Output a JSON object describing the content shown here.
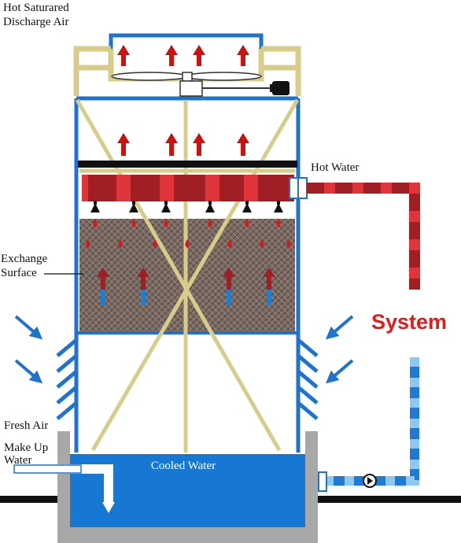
{
  "labels": {
    "hot_saturated_line1": "Hot Saturared",
    "hot_saturated_line2": "Discharge Air",
    "hot_water": "Hot Water",
    "exchange_line1": "Exchange",
    "exchange_line2": "Surface",
    "system": "System",
    "fresh_air": "Fresh Air",
    "makeup_line1": "Make Up",
    "makeup_line2": "Water",
    "cooled_water": "Cooled Water"
  },
  "colors": {
    "tower_frame": "#1e73d0",
    "support_beams": "#d8cc8a",
    "hot_arrow": "#cc1111",
    "cool_arrow": "#1a7fd6",
    "hot_pipe_dark": "#a01f24",
    "hot_pipe_light": "#e0343a",
    "cold_pipe_dark": "#1f7ad6",
    "cold_pipe_light": "#8ec7f0",
    "basin_water": "#1778d4",
    "basin_wall": "#a8a8a8",
    "fill_media": "#7a6a62",
    "drip": "#d8161c",
    "system_text": "#e41b1b",
    "ground": "#111111"
  },
  "icons": {
    "fan": "fan-icon",
    "motor": "motor-icon",
    "pump": "pump-icon",
    "nozzle": "spray-nozzle-icon",
    "air_flow": "arrow-icon"
  }
}
